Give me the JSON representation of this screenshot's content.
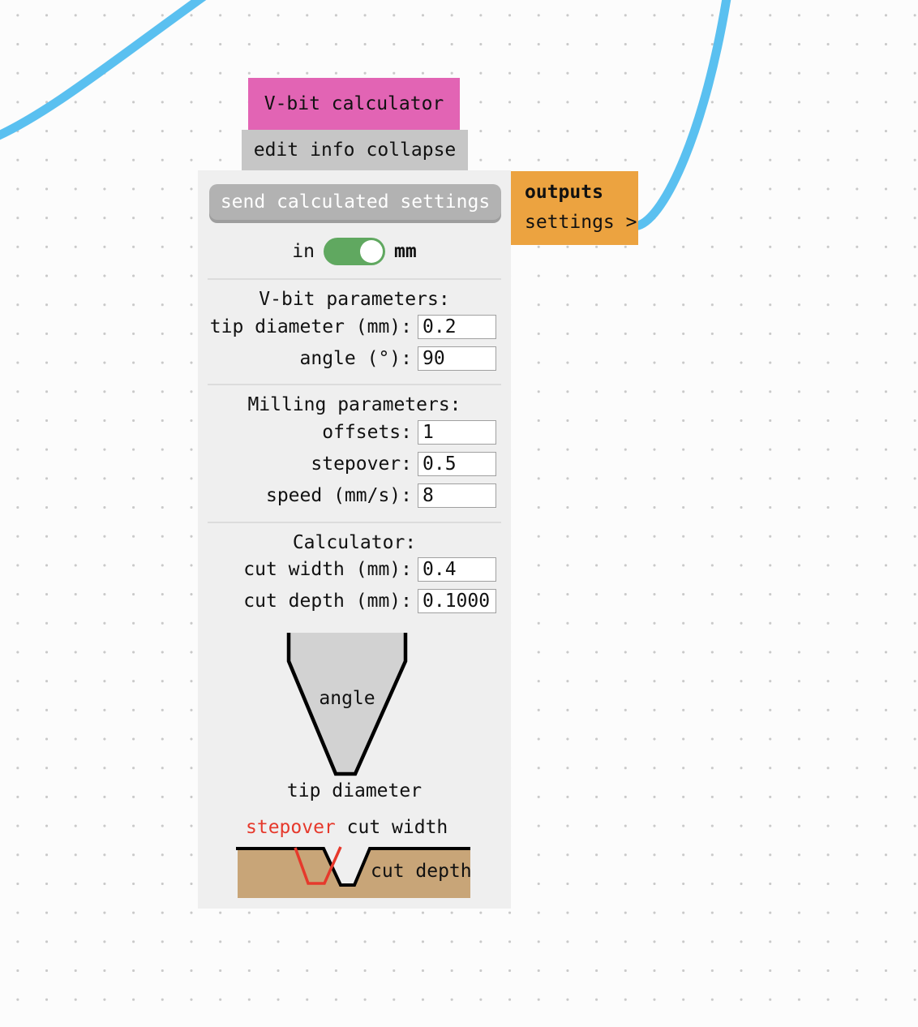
{
  "canvas": {
    "background": "#fcfcfc",
    "dot_color": "#c9c9c9",
    "wire_color": "#5ac0f0"
  },
  "node": {
    "title": "V-bit calculator",
    "title_bg": "#e264b4",
    "toolbar_items": [
      "edit",
      "info",
      "collapse"
    ],
    "send_button_label": "send calculated settings",
    "unit_toggle": {
      "left_label": "in",
      "right_label": "mm",
      "selected": "mm",
      "color": "#60a860"
    },
    "sections": [
      {
        "title": "V-bit parameters:",
        "fields": [
          {
            "label": "tip diameter (mm):",
            "value": "0.2"
          },
          {
            "label": "angle (°):",
            "value": "90"
          }
        ]
      },
      {
        "title": "Milling parameters:",
        "fields": [
          {
            "label": "offsets:",
            "value": "1"
          },
          {
            "label": "stepover:",
            "value": "0.5"
          },
          {
            "label": "speed (mm/s):",
            "value": "8"
          }
        ]
      },
      {
        "title": "Calculator:",
        "fields": [
          {
            "label": "cut width (mm):",
            "value": "0.4"
          },
          {
            "label": "cut depth (mm):",
            "value": "0.1000"
          }
        ]
      }
    ],
    "diagram": {
      "angle_label": "angle",
      "tip_diameter_label": "tip diameter",
      "stepover_label": "stepover",
      "cut_width_label": "cut width",
      "cut_depth_label": "cut depth",
      "bit_fill_color": "#d2d2d2",
      "material_color": "#c8a578",
      "stepover_color": "#e6392c"
    }
  },
  "outputs_panel": {
    "title": "outputs",
    "port_label": "settings >",
    "bg": "#eca340"
  }
}
